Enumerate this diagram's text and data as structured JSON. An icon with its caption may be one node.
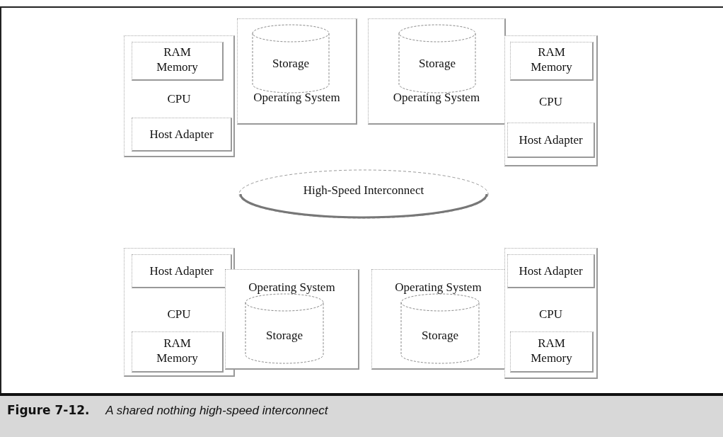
{
  "diagram": {
    "caption": "**Figure 7-12.** *A shared nothing high-speed interconnect*",
    "nodes": [
      {
        "text": [
          "CPU"
        ]
      },
      {
        "text": [
          "RAM Memory"
        ],
        "in": 0
      },
      {
        "text": [
          "Host Adapter"
        ],
        "in": 0
      },
      {
        "text": [
          "Operating System"
        ]
      },
      {
        "text": [
          "Storage"
        ],
        "in": 3
      },
      {
        "text": [
          "Operating System"
        ]
      },
      {
        "text": [
          "Storage"
        ],
        "in": 5
      },
      {
        "text": [
          "CPU"
        ]
      },
      {
        "text": [
          "RAM Memory"
        ],
        "in": 7
      },
      {
        "text": [
          "Host Adapter"
        ],
        "in": 7
      },
      {
        "text": [
          "High-Speed Interconnect"
        ]
      },
      {
        "text": [
          "CPU"
        ]
      },
      {
        "text": [
          "Host Adapter"
        ],
        "in": 11
      },
      {
        "text": [
          "RAM Memory"
        ],
        "in": 11
      },
      {
        "text": [
          "Operating System"
        ]
      },
      {
        "text": [
          "Storage"
        ],
        "in": 14
      },
      {
        "text": [
          "Operating System"
        ]
      },
      {
        "text": [
          "Storage"
        ],
        "in": 16
      },
      {
        "text": [
          "CPU"
        ]
      },
      {
        "text": [
          "Host Adapter"
        ],
        "in": 18
      },
      {
        "text": [
          "RAM Memory"
        ],
        "in": 18
      }
    ]
  }
}
